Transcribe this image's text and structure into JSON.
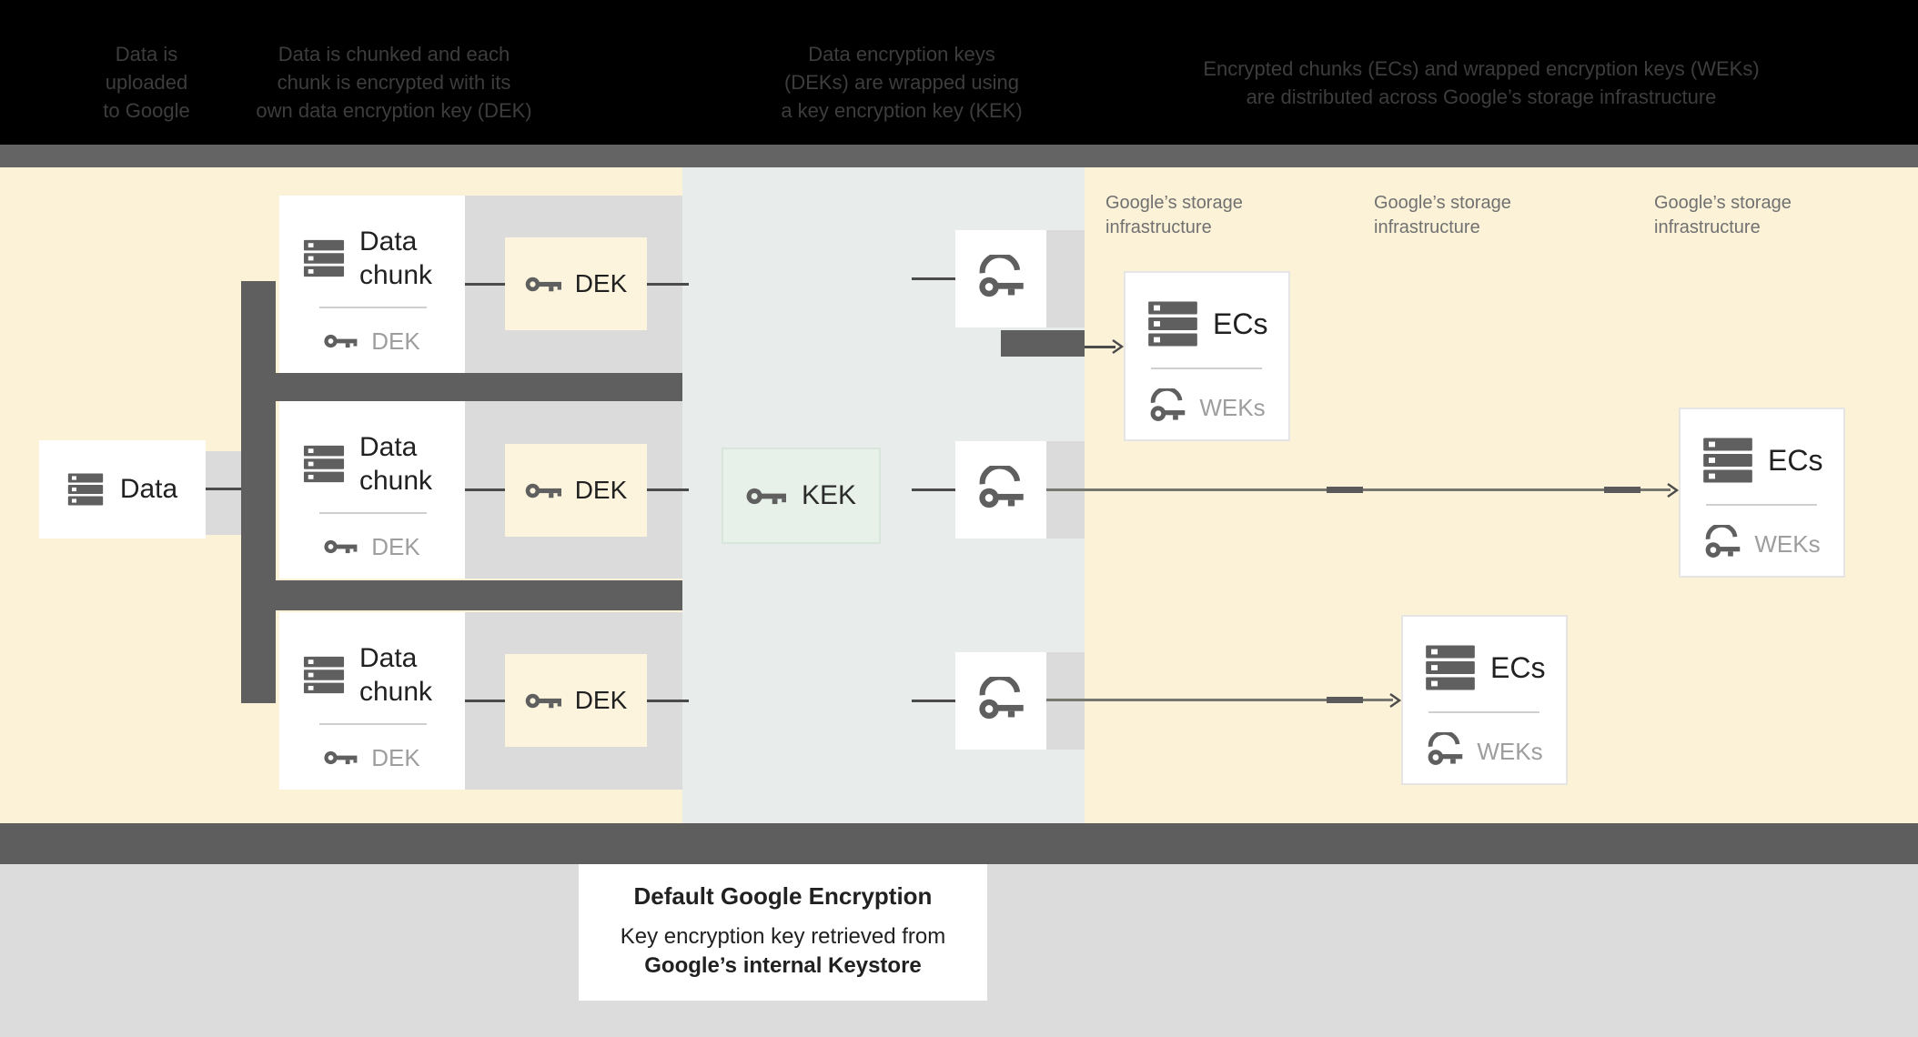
{
  "header": {
    "background": "#000000",
    "steps": [
      {
        "lines": [
          "Data is",
          "uploaded",
          "to Google"
        ]
      },
      {
        "lines": [
          "Data is chunked and each",
          "chunk is encrypted with its",
          "own data encryption key (DEK)"
        ]
      },
      {
        "lines": [
          "Data encryption keys",
          "(DEKs) are wrapped using",
          "a key encryption key (KEK)"
        ]
      },
      {
        "lines": [
          "Encrypted chunks (ECs) and wrapped encryption keys (WEKs)",
          "are distributed across Google’s storage infrastructure"
        ]
      }
    ]
  },
  "diagram": {
    "data_card": {
      "label": "Data",
      "icon": "server-icon"
    },
    "chunk_cards": [
      {
        "title": "Data chunk",
        "key_label": "DEK"
      },
      {
        "title": "Data chunk",
        "key_label": "DEK"
      },
      {
        "title": "Data chunk",
        "key_label": "DEK"
      }
    ],
    "dek_boxes": [
      {
        "label": "DEK"
      },
      {
        "label": "DEK"
      },
      {
        "label": "DEK"
      }
    ],
    "kek_box": {
      "label": "KEK"
    },
    "wrapped_key_boxes": [
      {
        "icon": "wrapped-key-icon"
      },
      {
        "icon": "wrapped-key-icon"
      },
      {
        "icon": "wrapped-key-icon"
      }
    ],
    "storage_headers": [
      {
        "line1": "Google’s storage",
        "line2": "infrastructure"
      },
      {
        "line1": "Google’s storage",
        "line2": "infrastructure"
      },
      {
        "line1": "Google’s storage",
        "line2": "infrastructure"
      }
    ],
    "ec_cards": [
      {
        "title": "ECs",
        "key_label": "WEKs"
      },
      {
        "title": "ECs",
        "key_label": "WEKs"
      },
      {
        "title": "ECs",
        "key_label": "WEKs"
      }
    ]
  },
  "footer": {
    "title": "Default Google Encryption",
    "line1": "Key encryption key retrieved from",
    "line2": "Google’s internal Keystore"
  },
  "colors": {
    "cream_panel": "#FBF2D8",
    "blue_panel": "#E8ECEB",
    "mint_box": "#E7F1E9",
    "dek_box": "#FCF4DD",
    "dark_gray": "#5F5F5F",
    "divider_bar": "#646464",
    "track_gray": "#DBDBDB",
    "footer_gray": "#DCDCDC",
    "ink": "#212121",
    "muted_text": "#9E9E9E",
    "storage_label": "#717171",
    "connector": "#4B4B4B",
    "header_text": "#3D3D3D"
  }
}
